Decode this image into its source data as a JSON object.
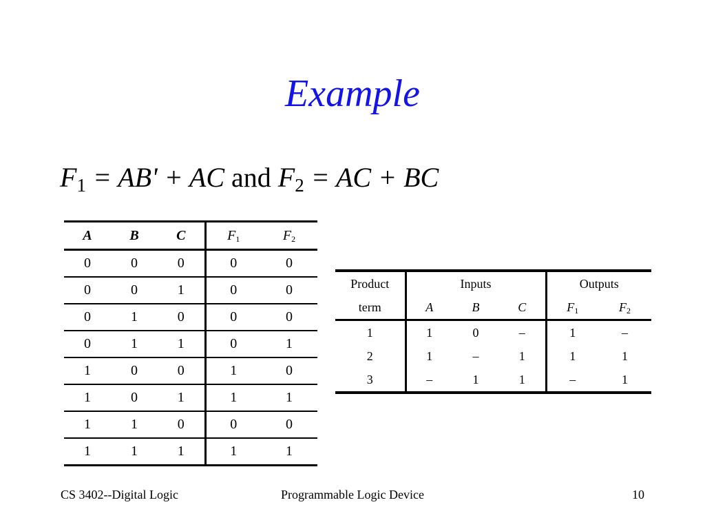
{
  "title": "Example",
  "equation": {
    "f1_var": "F",
    "f1_sub": "1",
    "f1_rhs": " = AB' + AC",
    "joiner": " and ",
    "f2_var": "F",
    "f2_sub": "2",
    "f2_rhs": " = AC + BC"
  },
  "truth_table": {
    "headers": [
      {
        "var": "A",
        "sub": ""
      },
      {
        "var": "B",
        "sub": ""
      },
      {
        "var": "C",
        "sub": ""
      },
      {
        "var": "F",
        "sub": "1"
      },
      {
        "var": "F",
        "sub": "2"
      }
    ],
    "rows": [
      [
        "0",
        "0",
        "0",
        "0",
        "0"
      ],
      [
        "0",
        "0",
        "1",
        "0",
        "0"
      ],
      [
        "0",
        "1",
        "0",
        "0",
        "0"
      ],
      [
        "0",
        "1",
        "1",
        "0",
        "1"
      ],
      [
        "1",
        "0",
        "0",
        "1",
        "0"
      ],
      [
        "1",
        "0",
        "1",
        "1",
        "1"
      ],
      [
        "1",
        "1",
        "0",
        "0",
        "0"
      ],
      [
        "1",
        "1",
        "1",
        "1",
        "1"
      ]
    ]
  },
  "product_table": {
    "group_headers": [
      "Product",
      "Inputs",
      "Outputs"
    ],
    "sub_headers": [
      {
        "var": "term",
        "sub": ""
      },
      {
        "var": "A",
        "sub": ""
      },
      {
        "var": "B",
        "sub": ""
      },
      {
        "var": "C",
        "sub": ""
      },
      {
        "var": "F",
        "sub": "1"
      },
      {
        "var": "F",
        "sub": "2"
      }
    ],
    "rows": [
      [
        "1",
        "1",
        "0",
        "–",
        "1",
        "–"
      ],
      [
        "2",
        "1",
        "–",
        "1",
        "1",
        "1"
      ],
      [
        "3",
        "–",
        "1",
        "1",
        "–",
        "1"
      ]
    ]
  },
  "footer": {
    "left": "CS 3402--Digital Logic",
    "center": "Programmable Logic Device",
    "page": "10"
  }
}
